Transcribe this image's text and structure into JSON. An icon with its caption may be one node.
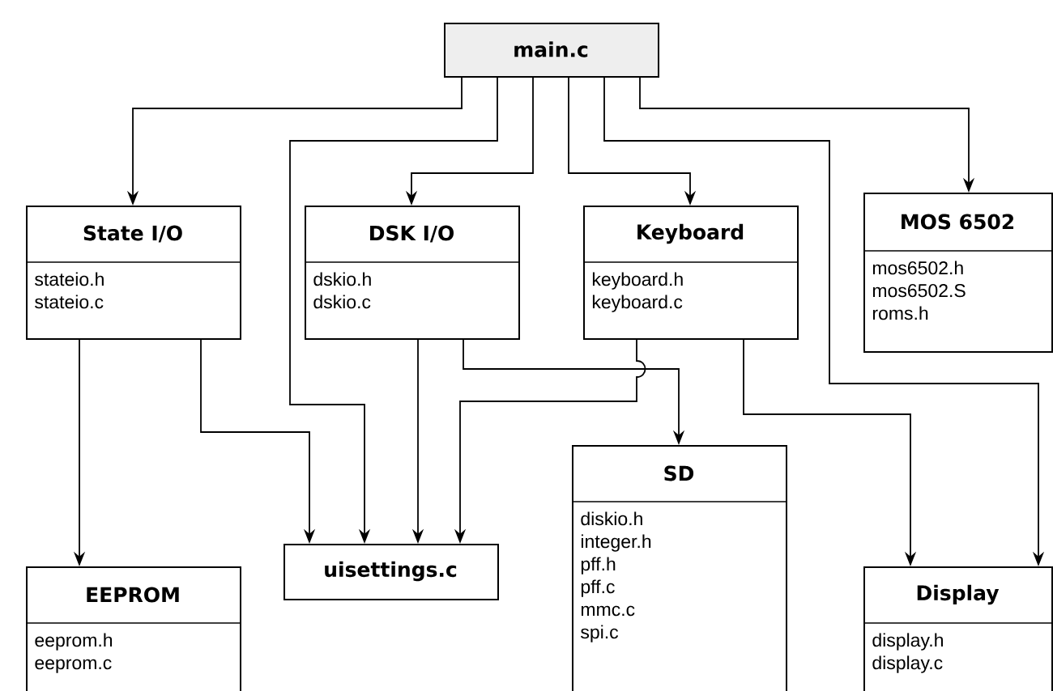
{
  "diagram": {
    "nodes": [
      {
        "text": [
          "main.c"
        ]
      },
      {
        "text": [
          "State I/O",
          "stateio.h stateio.c"
        ]
      },
      {
        "text": [
          "DSK I/O",
          "dskio.h dskio.c"
        ]
      },
      {
        "text": [
          "Keyboard",
          "keyboard.h keyboard.c"
        ]
      },
      {
        "text": [
          "MOS 6502",
          "mos6502.h mos6502.S roms.h"
        ]
      },
      {
        "text": [
          "uisettings.c"
        ]
      },
      {
        "text": [
          "SD",
          "diskio.h integer.h pff.h pff.c mmc.c spi.c"
        ]
      },
      {
        "text": [
          "EEPROM",
          "eeprom.h eeprom.c"
        ]
      },
      {
        "text": [
          "Display",
          "display.h display.c"
        ]
      }
    ],
    "edges": [
      {
        "from": 0,
        "to": 1,
        "arrow": "to"
      },
      {
        "from": 0,
        "to": 5,
        "arrow": "to"
      },
      {
        "from": 0,
        "to": 2,
        "arrow": "to"
      },
      {
        "from": 0,
        "to": 3,
        "arrow": "to"
      },
      {
        "from": 0,
        "to": 8,
        "arrow": "to"
      },
      {
        "from": 0,
        "to": 4,
        "arrow": "to"
      },
      {
        "from": 1,
        "to": 7,
        "arrow": "to"
      },
      {
        "from": 1,
        "to": 5,
        "arrow": "to"
      },
      {
        "from": 2,
        "to": 5,
        "arrow": "to"
      },
      {
        "from": 2,
        "to": 6,
        "arrow": "to"
      },
      {
        "from": 3,
        "to": 5,
        "arrow": "to"
      },
      {
        "from": 3,
        "to": 8,
        "arrow": "to"
      }
    ]
  }
}
